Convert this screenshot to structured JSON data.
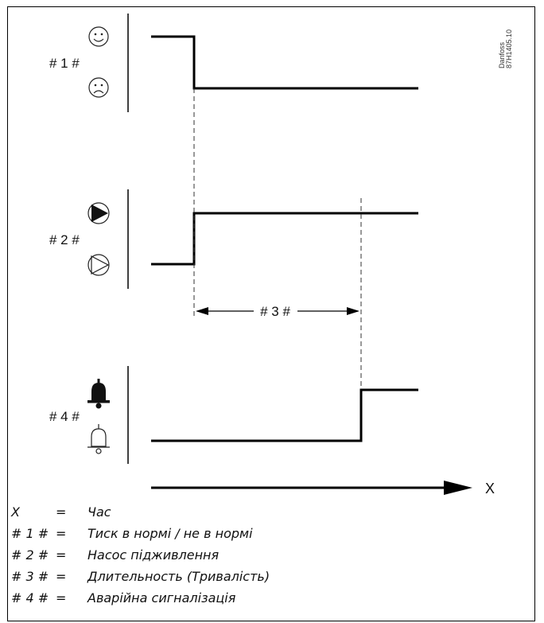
{
  "watermark": {
    "line1": "Danfoss",
    "line2": "87H1405.10"
  },
  "signals": [
    {
      "id": "1",
      "label": "# 1 #",
      "high_icon": "smiley-happy-icon",
      "low_icon": "smiley-sad-icon"
    },
    {
      "id": "2",
      "label": "# 2 #",
      "high_icon": "pump-on-icon",
      "low_icon": "pump-off-icon"
    },
    {
      "id": "4",
      "label": "# 4 #",
      "high_icon": "alarm-bell-on-icon",
      "low_icon": "alarm-bell-off-icon"
    }
  ],
  "interval_label": "# 3 #",
  "x_axis_label": "X",
  "legend": [
    {
      "key": "X",
      "eq": "=",
      "desc": "Час"
    },
    {
      "key": "# 1 #",
      "eq": "=",
      "desc": "Тиск в нормі / не в нормі"
    },
    {
      "key": "# 2 #",
      "eq": "=",
      "desc": "Насос підживлення"
    },
    {
      "key": "# 3 #",
      "eq": "=",
      "desc": "Длительность (Тривалість)"
    },
    {
      "key": "# 4 #",
      "eq": "=",
      "desc": "Аварійна сигналізація"
    }
  ]
}
